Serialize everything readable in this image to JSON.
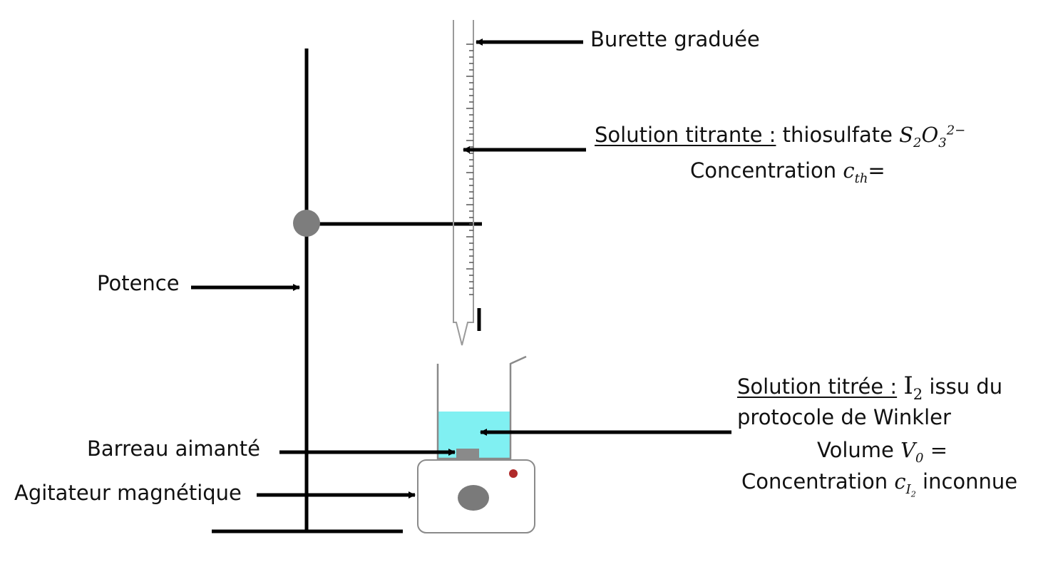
{
  "labels": {
    "burette": "Burette graduée",
    "titrant_title": "Solution titrante :",
    "titrant_name": "thiosulfate",
    "titrant_formula": {
      "S": "S",
      "s_sub": "2",
      "O": "O",
      "o_sub": "3",
      "o_sup": "2−"
    },
    "titrant_conc_prefix": "Concentration",
    "titrant_conc_symbol": "c",
    "titrant_conc_sub": "th",
    "titrant_conc_eq": "=",
    "potence": "Potence",
    "titree_title": "Solution titrée :",
    "titree_species": "I",
    "titree_species_sub": "2",
    "titree_rest": "issu du",
    "titree_line2": "protocole de Winkler",
    "volume_prefix": "Volume",
    "volume_symbol": "V",
    "volume_sub": "0",
    "volume_eq": "=",
    "titree_conc_prefix": "Concentration",
    "titree_conc_symbol": "c",
    "titree_conc_sub": "I",
    "titree_conc_subsub": "2",
    "titree_conc_suffix": "inconnue",
    "barreau": "Barreau aimanté",
    "agitateur": "Agitateur magnétique"
  },
  "colors": {
    "solution": "#80f0f2",
    "stir_bar": "#8a8a8a",
    "knob": "#7a7a7a",
    "indicator_led": "#b02a2a",
    "clamp_ball": "#7d7d7d"
  }
}
